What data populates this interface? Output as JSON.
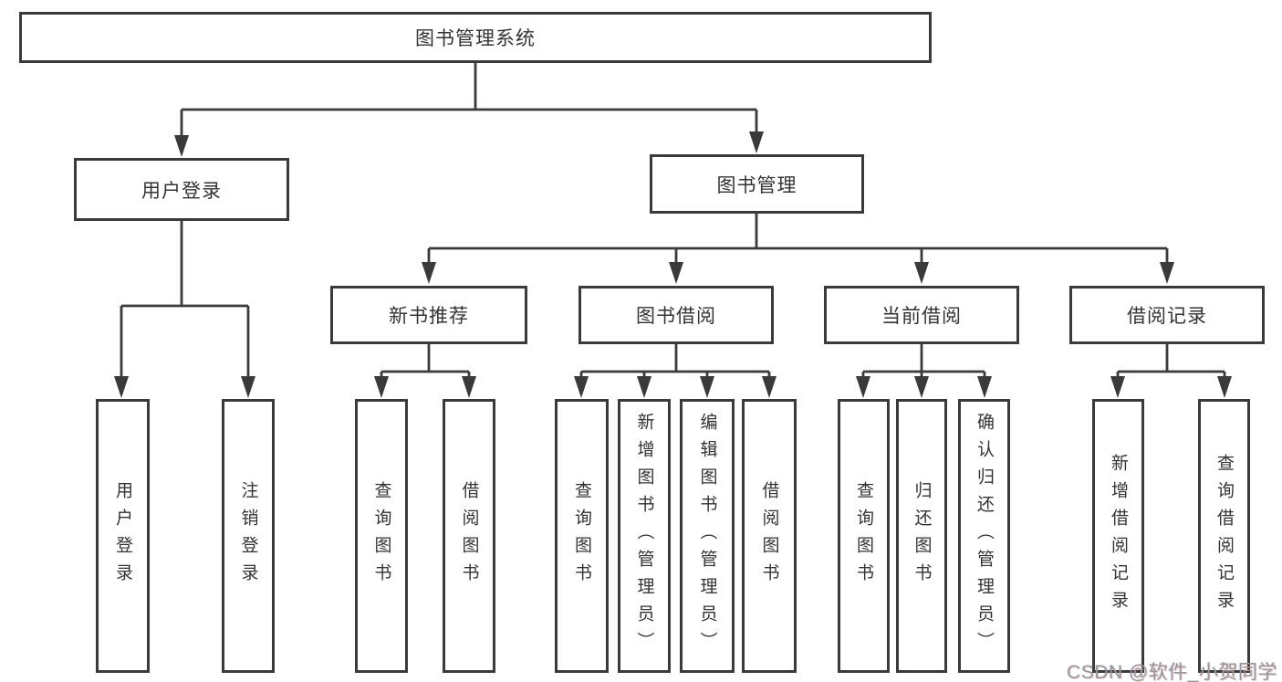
{
  "diagram": {
    "type": "hierarchy-tree",
    "nodes": {
      "root": "图书管理系统",
      "level2": [
        "用户登录",
        "图书管理"
      ],
      "level3": [
        "新书推荐",
        "图书借阅",
        "当前借阅",
        "借阅记录"
      ],
      "leaves": [
        "用户登录",
        "注销登录",
        "查询图书",
        "借阅图书",
        "查询图书",
        "新增图书（管理员）",
        "编辑图书（管理员）",
        "借阅图书",
        "查询图书",
        "归还图书",
        "确认归还（管理员）",
        "新增借阅记录",
        "查询借阅记录"
      ]
    },
    "edges": [
      {
        "from": "图书管理系统",
        "to": [
          "用户登录",
          "图书管理"
        ]
      },
      {
        "from": "用户登录",
        "to": [
          "用户登录",
          "注销登录"
        ]
      },
      {
        "from": "图书管理",
        "to": [
          "新书推荐",
          "图书借阅",
          "当前借阅",
          "借阅记录"
        ]
      },
      {
        "from": "新书推荐",
        "to": [
          "查询图书",
          "借阅图书"
        ]
      },
      {
        "from": "图书借阅",
        "to": [
          "查询图书",
          "新增图书（管理员）",
          "编辑图书（管理员）",
          "借阅图书"
        ]
      },
      {
        "from": "当前借阅",
        "to": [
          "查询图书",
          "归还图书",
          "确认归还（管理员）"
        ]
      },
      {
        "from": "借阅记录",
        "to": [
          "新增借阅记录",
          "查询借阅记录"
        ]
      }
    ]
  },
  "watermark": "CSDN @软件_小贺同学",
  "colors": {
    "line": "#3a3a3a",
    "box_border": "#3a3a3a",
    "text": "#333333",
    "watermark": "#989898",
    "background": "#ffffff"
  }
}
